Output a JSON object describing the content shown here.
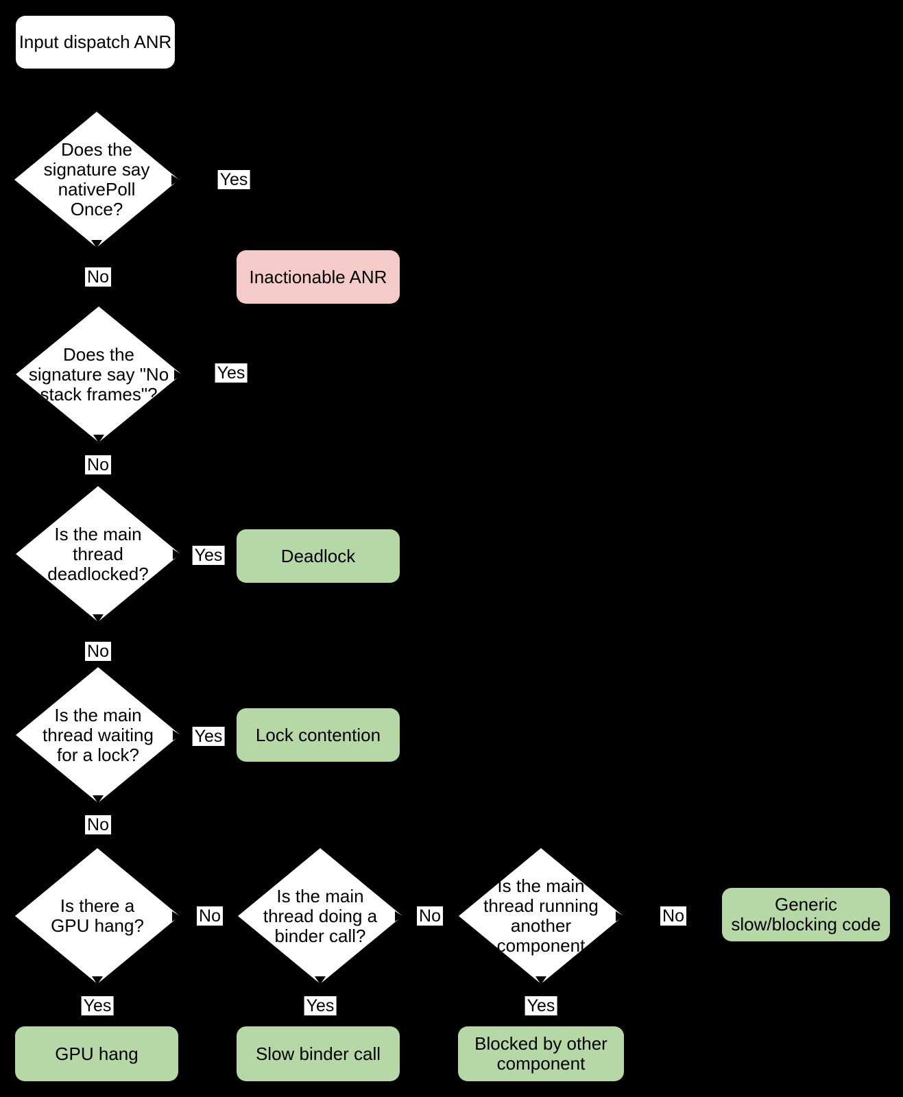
{
  "flowchart": {
    "colors": {
      "background": "#000000",
      "node_fill": "#ffffff",
      "outcome_red": "#f5cbca",
      "outcome_green": "#b6d8a6",
      "text": "#000000",
      "label_bg": "#ffffff"
    },
    "nodes": {
      "start": {
        "text": "Input dispatch ANR"
      },
      "d1": {
        "text": "Does the\nsignature say\nnativePoll\nOnce?"
      },
      "d2": {
        "text": "Does the\nsignature say \"No\nstack frames\"?"
      },
      "d3": {
        "text": "Is the main\nthread\ndeadlocked?"
      },
      "d4": {
        "text": "Is the main\nthread waiting\nfor a lock?"
      },
      "d5": {
        "text": "Is there a\nGPU hang?"
      },
      "d6": {
        "text": "Is the main\nthread doing a\nbinder call?"
      },
      "d7": {
        "text": "Is the main\nthread running\nanother\ncomponent"
      },
      "inactionable": {
        "text": "Inactionable ANR"
      },
      "deadlock": {
        "text": "Deadlock"
      },
      "lock_contention": {
        "text": "Lock contention"
      },
      "generic": {
        "text": "Generic\nslow/blocking code"
      },
      "gpu_hang": {
        "text": "GPU hang"
      },
      "slow_binder": {
        "text": "Slow binder call"
      },
      "blocked": {
        "text": "Blocked by other\ncomponent"
      }
    },
    "edge_labels": {
      "yes1": {
        "text": "Yes"
      },
      "yes2": {
        "text": "Yes"
      },
      "yes3": {
        "text": "Yes"
      },
      "yes4": {
        "text": "Yes"
      },
      "yes5": {
        "text": "Yes"
      },
      "yes6": {
        "text": "Yes"
      },
      "yes7": {
        "text": "Yes"
      },
      "no1": {
        "text": "No"
      },
      "no2": {
        "text": "No"
      },
      "no3": {
        "text": "No"
      },
      "no4": {
        "text": "No"
      },
      "no5": {
        "text": "No"
      },
      "no6": {
        "text": "No"
      },
      "no7": {
        "text": "No"
      }
    },
    "edges": [
      {
        "from": "start",
        "to": "d1",
        "label": ""
      },
      {
        "from": "d1",
        "to": "inactionable",
        "label": "Yes"
      },
      {
        "from": "d1",
        "to": "d2",
        "label": "No"
      },
      {
        "from": "d2",
        "to": "inactionable",
        "label": "Yes"
      },
      {
        "from": "d2",
        "to": "d3",
        "label": "No"
      },
      {
        "from": "d3",
        "to": "deadlock",
        "label": "Yes"
      },
      {
        "from": "d3",
        "to": "d4",
        "label": "No"
      },
      {
        "from": "d4",
        "to": "lock_contention",
        "label": "Yes"
      },
      {
        "from": "d4",
        "to": "d5",
        "label": "No"
      },
      {
        "from": "d5",
        "to": "gpu_hang",
        "label": "Yes"
      },
      {
        "from": "d5",
        "to": "d6",
        "label": "No"
      },
      {
        "from": "d6",
        "to": "slow_binder",
        "label": "Yes"
      },
      {
        "from": "d6",
        "to": "d7",
        "label": "No"
      },
      {
        "from": "d7",
        "to": "blocked",
        "label": "Yes"
      },
      {
        "from": "d7",
        "to": "generic",
        "label": "No"
      }
    ]
  }
}
